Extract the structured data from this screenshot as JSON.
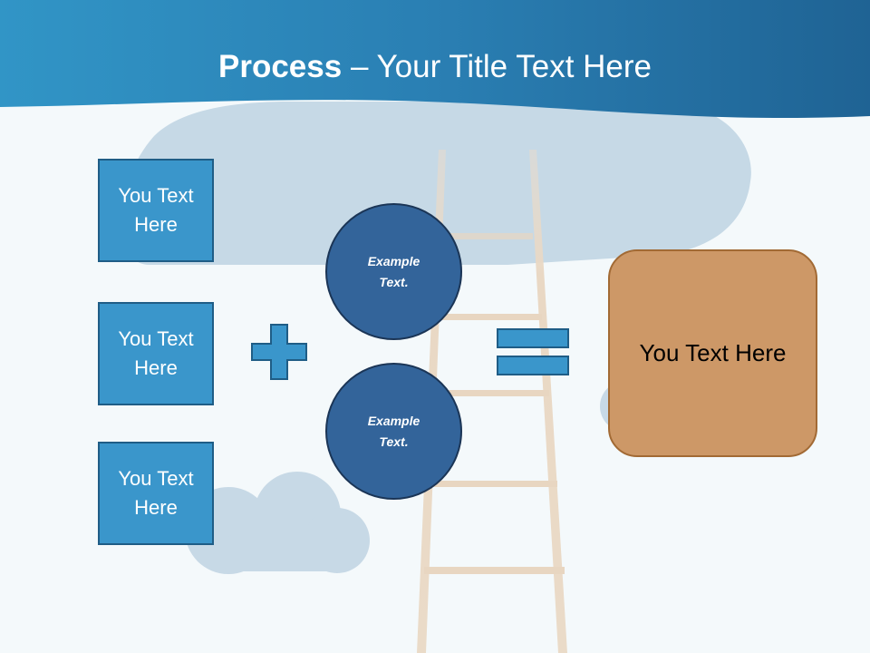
{
  "header": {
    "title_bold": "Process",
    "title_rest": " – Your Title Text Here"
  },
  "inputs": [
    {
      "label": "You Text Here"
    },
    {
      "label": "You Text Here"
    },
    {
      "label": "You Text Here"
    }
  ],
  "circles": [
    {
      "label": "Example Text."
    },
    {
      "label": "Example Text."
    }
  ],
  "result": {
    "label": "You Text Here"
  },
  "icons": {
    "plus": "plus-icon",
    "equals": "equals-icon",
    "ladder": "ladder-illustration",
    "clouds": "cloud-illustration"
  },
  "colors": {
    "header": "#2f84b8",
    "box_fill": "#3a96cb",
    "circle_fill": "#33649a",
    "result_fill": "#cd9867",
    "cloud": "#c6d9e6"
  }
}
